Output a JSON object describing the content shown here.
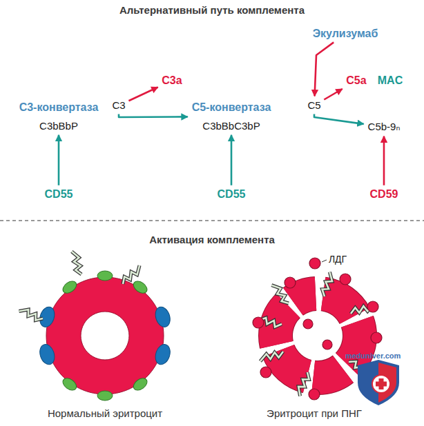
{
  "diagram": {
    "title": "Альтернативный путь комплемента",
    "nodes": [
      {
        "text": [
          "C3-конвертаза",
          "C3bBbP"
        ]
      },
      {
        "text": [
          "C3"
        ]
      },
      {
        "text": [
          "C3a"
        ]
      },
      {
        "text": [
          "C5-конвертаза",
          "C3bBbC3bP"
        ]
      },
      {
        "text": [
          "Экулизумаб"
        ]
      },
      {
        "text": [
          "C5"
        ]
      },
      {
        "text": [
          "C5a"
        ]
      },
      {
        "text": [
          "C5b-9ₙ"
        ]
      },
      {
        "text": [
          "CD55"
        ]
      },
      {
        "text": [
          "CD55"
        ]
      },
      {
        "text": [
          "CD59"
        ]
      }
    ],
    "edges": [
      {
        "from": 8,
        "to": 0,
        "arrow": "to"
      },
      {
        "from": 1,
        "to": 3,
        "arrow": "to"
      },
      {
        "from": 1,
        "to": 2,
        "arrow": "to"
      },
      {
        "from": 9,
        "to": 3,
        "arrow": "to"
      },
      {
        "from": 4,
        "to": 5,
        "arrow": "to"
      },
      {
        "from": 5,
        "to": 7,
        "arrow": "to"
      },
      {
        "from": 5,
        "to": 6,
        "arrow": "to"
      },
      {
        "from": 10,
        "to": 7,
        "arrow": "to"
      }
    ],
    "labels": [
      "MAC",
      "Активация комплемента",
      "ЛДГ",
      "Нормальный эритроцит",
      "Эритроцит при ПНГ",
      "meduniver.com"
    ]
  }
}
